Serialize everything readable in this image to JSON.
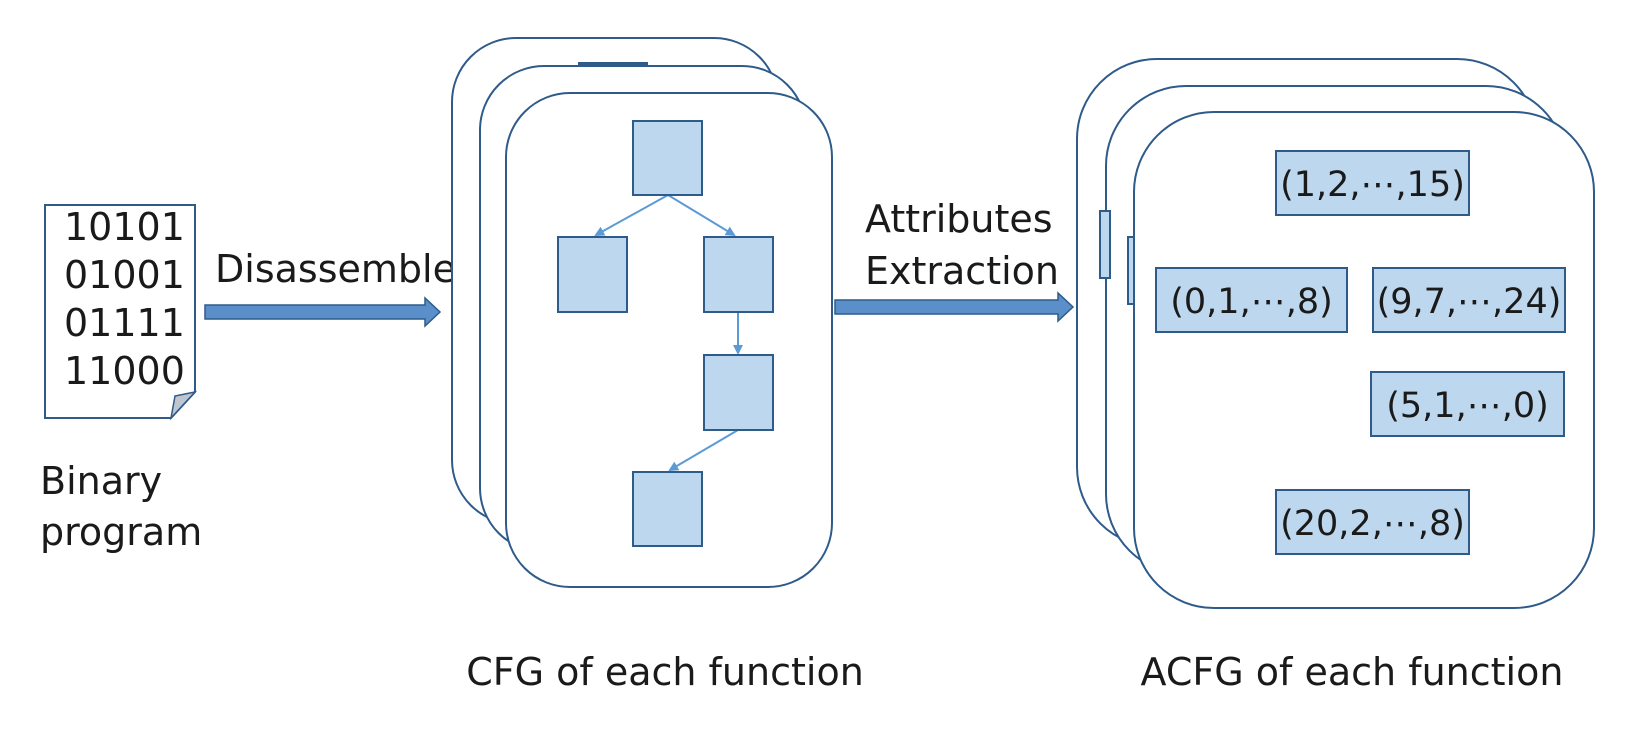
{
  "binary_program": {
    "lines": [
      "10101",
      "01001",
      "01111",
      "11000"
    ],
    "label_line1": "Binary",
    "label_line2": "program"
  },
  "step1": {
    "label": "Disassemble"
  },
  "step2": {
    "label_line1": "Attributes",
    "label_line2": "Extraction"
  },
  "cfg": {
    "caption": "CFG of each function"
  },
  "acfg": {
    "caption": "ACFG of each function",
    "attributes": [
      "(1,2,⋯,15)",
      "(0,1,⋯,8)",
      "(9,7,⋯,24)",
      "(5,1,⋯,0)",
      "(20,2,⋯,8)"
    ]
  },
  "colors": {
    "stroke": "#2e5b8a",
    "node_fill": "#bdd7ee",
    "arrow_fill": "#5b8fc9",
    "edge": "#5b9bd5"
  }
}
